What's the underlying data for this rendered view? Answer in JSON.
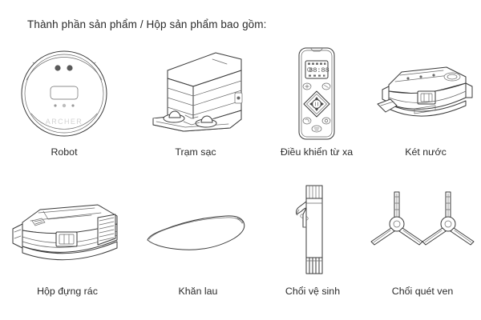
{
  "heading": "Thành phần sản phẩm / Hộp sản phẩm bao gồm:",
  "brand_on_robot": "ARCHER",
  "remote_display_value": "88:88",
  "rows": [
    {
      "items": [
        {
          "caption": "Robot",
          "icon": "robot-vacuum-icon"
        },
        {
          "caption": "Trạm sạc",
          "icon": "charging-dock-icon"
        },
        {
          "caption": "Điều khiển từ xa",
          "icon": "remote-control-icon"
        },
        {
          "caption": "Két nước",
          "icon": "water-tank-icon"
        }
      ]
    },
    {
      "items": [
        {
          "caption": "Hộp đựng rác",
          "icon": "dust-bin-icon"
        },
        {
          "caption": "Khăn lau",
          "icon": "mop-cloth-icon"
        },
        {
          "caption": "Chổi vệ sinh",
          "icon": "cleaning-brush-icon"
        },
        {
          "caption": "Chổi quét ven",
          "icon": "side-brush-icon"
        }
      ]
    }
  ],
  "colors": {
    "background": "#ffffff",
    "text": "#2b2b2b",
    "line_art": "#3a3a3a",
    "line_art_light": "#6a6a6a"
  }
}
